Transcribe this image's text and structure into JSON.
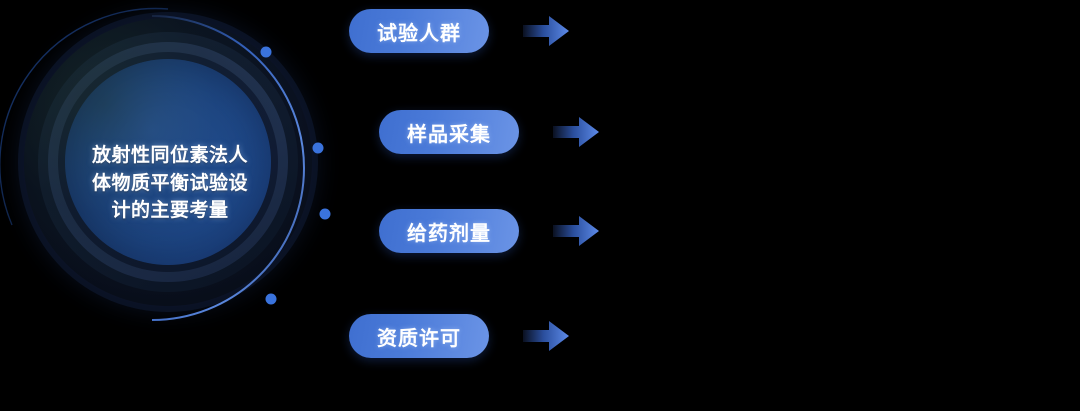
{
  "background_color": "#000000",
  "circle": {
    "title": "放射性同位素法人体物质平衡试验设计的主要考量",
    "title_lines": [
      "放射性同位素法人",
      "体物质平衡试验设",
      "计的主要考量"
    ],
    "text_color": "#ffffff",
    "core_color": "#23539f",
    "ring_color": "#101b2b",
    "orbit_color": "#4a7fe0",
    "orbit_dot_count": 4
  },
  "steps": [
    {
      "label": "试验人群",
      "arrow": "arrow-right-icon"
    },
    {
      "label": "样品采集",
      "arrow": "arrow-right-icon"
    },
    {
      "label": "给药剂量",
      "arrow": "arrow-right-icon"
    },
    {
      "label": "资质许可",
      "arrow": "arrow-right-icon"
    }
  ],
  "pill_gradient": {
    "from": "#3f6fd0",
    "to": "#6b94e6"
  },
  "arrow_gradient": {
    "from": "#0a1020",
    "to": "#5d8ae8"
  }
}
